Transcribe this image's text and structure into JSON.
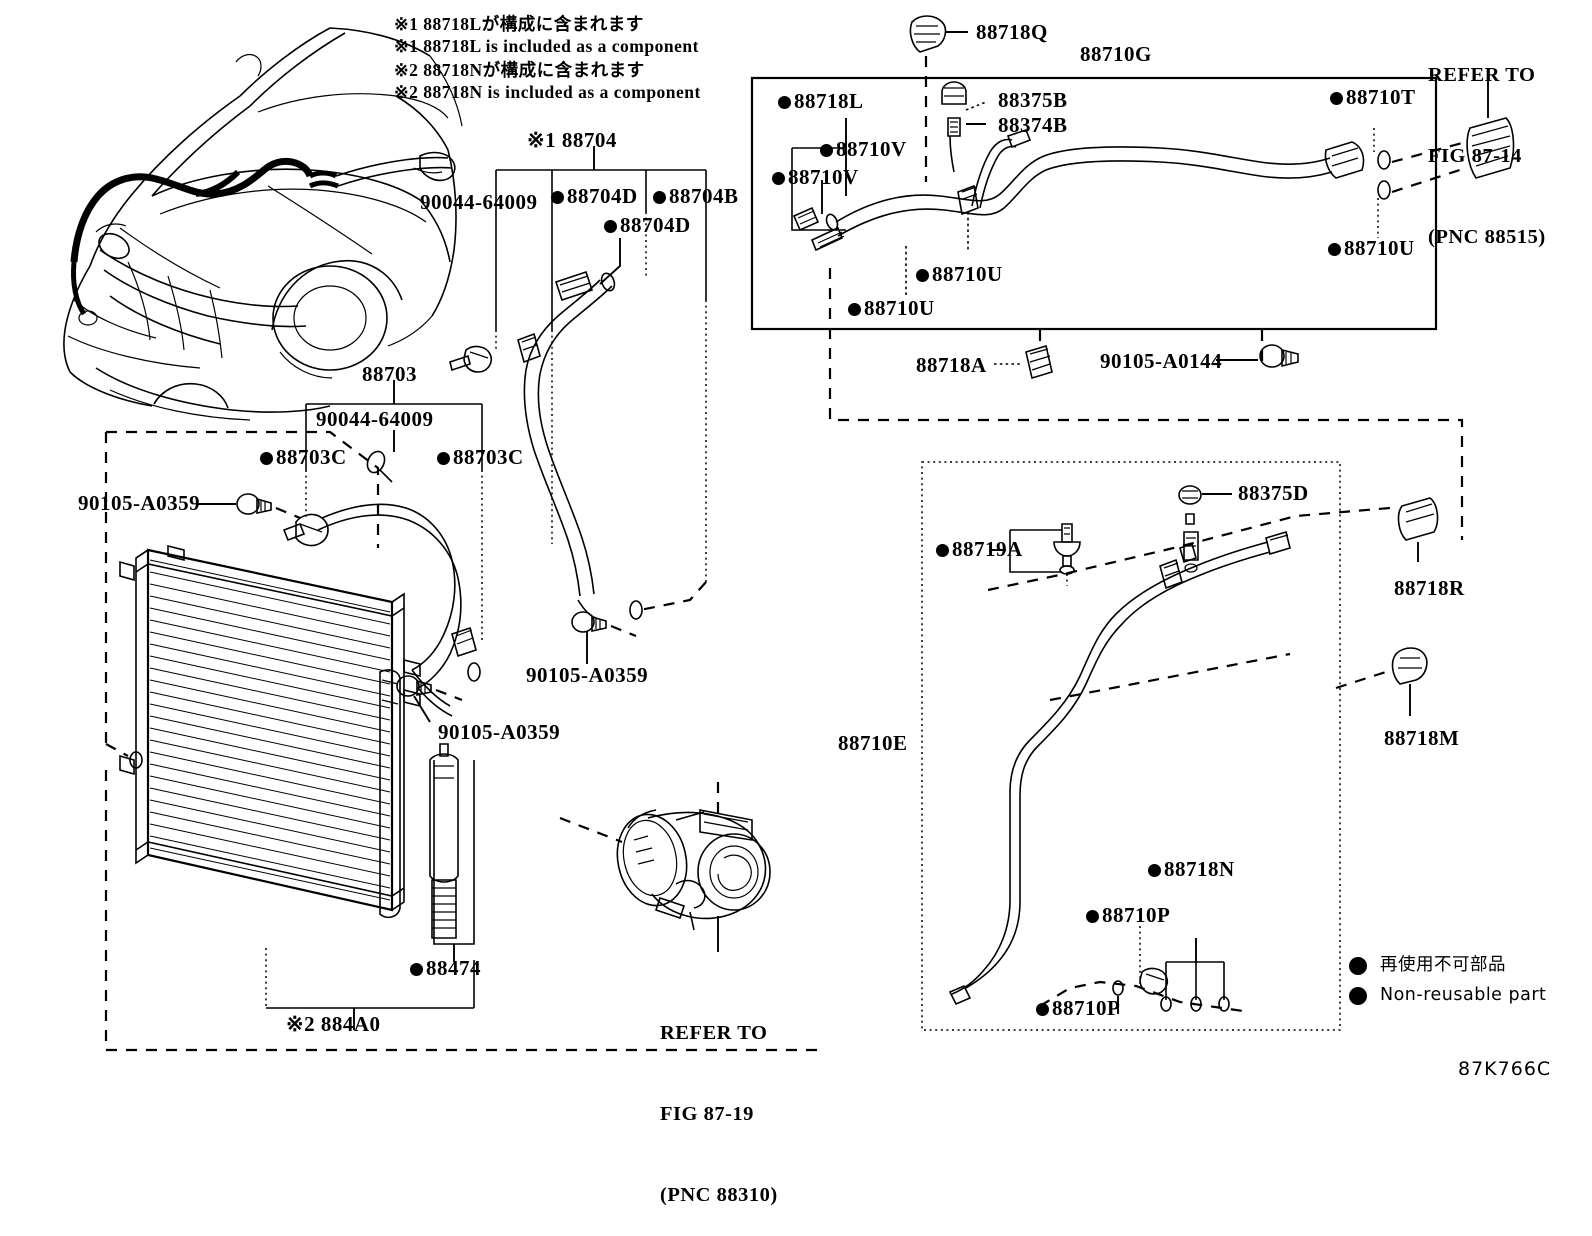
{
  "figure": {
    "code": "87K766C",
    "system": "Air conditioning — cooler piping / condenser"
  },
  "notes": [
    "※1 88718Lが構成に含まれます",
    "※1 88718L is included as a component",
    "※2 88718Nが構成に含まれます",
    "※2 88718N is included as a component"
  ],
  "legend": {
    "jp": "再使用不可部品",
    "en": "Non-reusable part"
  },
  "references": {
    "top_right": [
      "REFER TO",
      "FIG 87-14",
      "(PNC 88515)"
    ],
    "compressor": [
      "REFER TO",
      "FIG 87-19",
      "(PNC 88310)"
    ]
  },
  "labels": {
    "l_88718Q": {
      "text": "88718Q",
      "dot": false
    },
    "l_88710G": {
      "text": "88710G",
      "dot": false
    },
    "l_88718L": {
      "text": "88718L",
      "dot": true
    },
    "l_88375B": {
      "text": "88375B",
      "dot": false
    },
    "l_88374B": {
      "text": "88374B",
      "dot": false
    },
    "l_88710V_a": {
      "text": "88710V",
      "dot": true
    },
    "l_88710V_b": {
      "text": "88710V",
      "dot": true
    },
    "l_88710T": {
      "text": "88710T",
      "dot": true
    },
    "l_88710U_a": {
      "text": "88710U",
      "dot": true
    },
    "l_88710U_b": {
      "text": "88710U",
      "dot": true
    },
    "l_88710U_c": {
      "text": "88710U",
      "dot": true
    },
    "l_88718A": {
      "text": "88718A",
      "dot": false
    },
    "l_90105A0144": {
      "text": "90105-A0144",
      "dot": false
    },
    "l_88704": {
      "text": "※1 88704",
      "dot": false
    },
    "l_90044_a": {
      "text": "90044-64009",
      "dot": false
    },
    "l_88704D_a": {
      "text": "88704D",
      "dot": true
    },
    "l_88704D_b": {
      "text": "88704D",
      "dot": true
    },
    "l_88704B": {
      "text": "88704B",
      "dot": true
    },
    "l_88703": {
      "text": "88703",
      "dot": false
    },
    "l_90044_b": {
      "text": "90044-64009",
      "dot": false
    },
    "l_88703C_a": {
      "text": "88703C",
      "dot": true
    },
    "l_88703C_b": {
      "text": "88703C",
      "dot": true
    },
    "l_90105A0359_a": {
      "text": "90105-A0359",
      "dot": false
    },
    "l_90105A0359_b": {
      "text": "90105-A0359",
      "dot": false
    },
    "l_90105A0359_c": {
      "text": "90105-A0359",
      "dot": false
    },
    "l_88474": {
      "text": "88474",
      "dot": true
    },
    "l_884A0": {
      "text": "※2 884A0",
      "dot": false
    },
    "l_88719A": {
      "text": "88719A",
      "dot": true
    },
    "l_88375D": {
      "text": "88375D",
      "dot": false
    },
    "l_88718R": {
      "text": "88718R",
      "dot": false
    },
    "l_88718M": {
      "text": "88718M",
      "dot": false
    },
    "l_88710E": {
      "text": "88710E",
      "dot": false
    },
    "l_88718N": {
      "text": "88718N",
      "dot": true
    },
    "l_88710P_a": {
      "text": "88710P",
      "dot": true
    },
    "l_88710P_b": {
      "text": "88710P",
      "dot": true
    }
  }
}
